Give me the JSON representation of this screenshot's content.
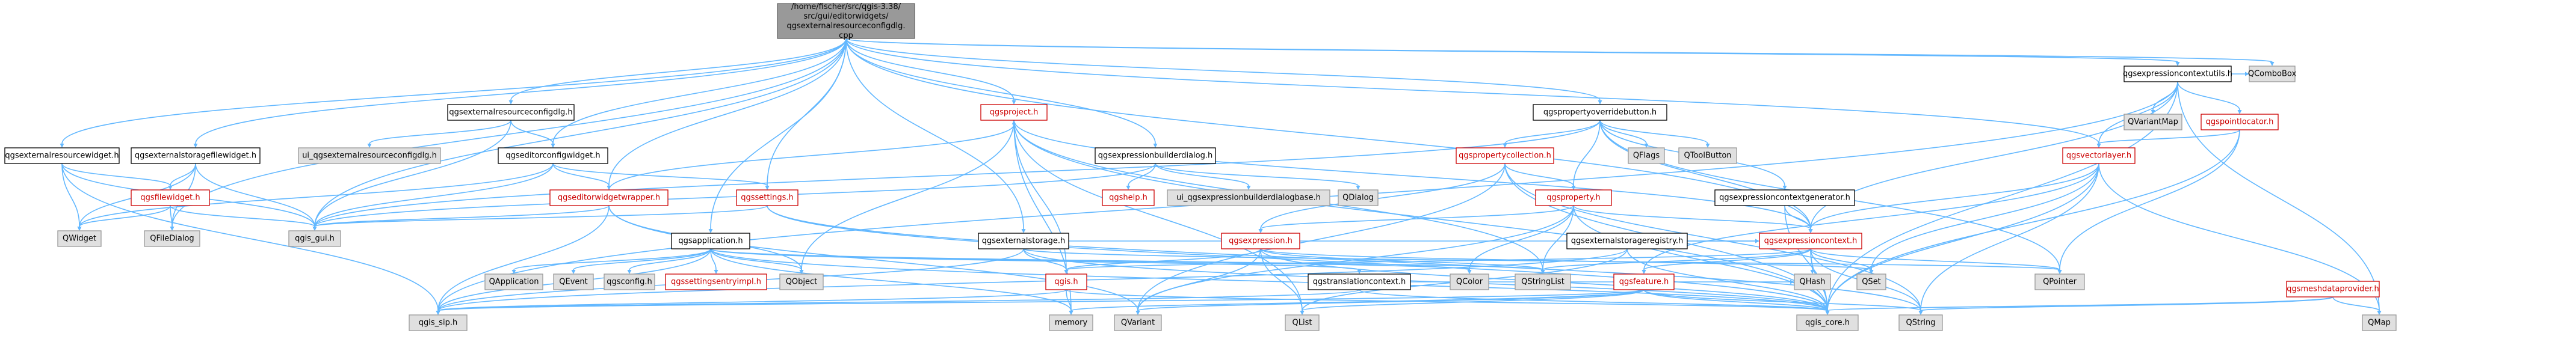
{
  "colors": {
    "edge": "#63b8ff",
    "normal_fill": "#ffffff",
    "normal_stroke": "#000000",
    "normal_text": "#000000",
    "linked_fill": "#ffffff",
    "linked_stroke": "#cc0000",
    "linked_text": "#cc0000",
    "external_fill": "#e0e0e0",
    "external_stroke": "#999999",
    "external_text": "#000000",
    "root_fill": "#999999",
    "root_stroke": "#666666",
    "root_text": "#000000"
  },
  "nodes": [
    {
      "id": "root",
      "label": "/home/fischer/src/qgis-3.38/src/gui/editorwidgets/qgsexternalresourceconfigdlg.cpp",
      "kind": "root"
    },
    {
      "id": "excu",
      "label": "qgsexpressioncontextutils.h",
      "kind": "normal"
    },
    {
      "id": "qcombobox",
      "label": "QComboBox",
      "kind": "external"
    },
    {
      "id": "qvariantmap",
      "label": "QVariantMap",
      "kind": "external"
    },
    {
      "id": "pointlocator",
      "label": "qgspointlocator.h",
      "kind": "linked"
    },
    {
      "id": "qgsvectorlayer",
      "label": "qgsvectorlayer.h",
      "kind": "linked"
    },
    {
      "id": "meshdp",
      "label": "qgsmeshdataprovider.h",
      "kind": "linked"
    },
    {
      "id": "qmap",
      "label": "QMap",
      "kind": "external"
    },
    {
      "id": "erwidget",
      "label": "qgsexternalresourcewidget.h",
      "kind": "normal"
    },
    {
      "id": "esfw",
      "label": "qgsexternalstoragefilewidget.h",
      "kind": "normal"
    },
    {
      "id": "filewidget",
      "label": "qgsfilewidget.h",
      "kind": "linked"
    },
    {
      "id": "qwidget",
      "label": "QWidget",
      "kind": "external"
    },
    {
      "id": "qfiledialog",
      "label": "QFileDialog",
      "kind": "external"
    },
    {
      "id": "qgisgui",
      "label": "qgis_gui.h",
      "kind": "external"
    },
    {
      "id": "ercfgdlg",
      "label": "qgsexternalresourceconfigdlg.h",
      "kind": "normal"
    },
    {
      "id": "ui_ercfg",
      "label": "ui_qgsexternalresourceconfigdlg.h",
      "kind": "external"
    },
    {
      "id": "editcfg",
      "label": "qgseditorconfigwidget.h",
      "kind": "normal"
    },
    {
      "id": "ewwrapper",
      "label": "qgseditorwidgetwrapper.h",
      "kind": "linked"
    },
    {
      "id": "qgsproject",
      "label": "qgsproject.h",
      "kind": "linked"
    },
    {
      "id": "qgssettings",
      "label": "qgssettings.h",
      "kind": "linked"
    },
    {
      "id": "qgsapplication",
      "label": "qgsapplication.h",
      "kind": "normal"
    },
    {
      "id": "qapplication",
      "label": "QApplication",
      "kind": "external"
    },
    {
      "id": "qevent",
      "label": "QEvent",
      "kind": "external"
    },
    {
      "id": "qgsconfig",
      "label": "qgsconfig.h",
      "kind": "external"
    },
    {
      "id": "settingsimpl",
      "label": "qgssettingsentryimpl.h",
      "kind": "linked"
    },
    {
      "id": "qobject",
      "label": "QObject",
      "kind": "external"
    },
    {
      "id": "exprdlg",
      "label": "qgsexpressionbuilderdialog.h",
      "kind": "normal"
    },
    {
      "id": "qgshelp",
      "label": "qgshelp.h",
      "kind": "linked"
    },
    {
      "id": "ui_exprdlg",
      "label": "ui_qgsexpressionbuilderdialogbase.h",
      "kind": "external"
    },
    {
      "id": "qdialog",
      "label": "QDialog",
      "kind": "external"
    },
    {
      "id": "extstorage",
      "label": "qgsexternalstorage.h",
      "kind": "normal"
    },
    {
      "id": "qgsexpression",
      "label": "qgsexpression.h",
      "kind": "linked"
    },
    {
      "id": "qgsh",
      "label": "qgis.h",
      "kind": "linked"
    },
    {
      "id": "qgissip",
      "label": "qgis_sip.h",
      "kind": "external"
    },
    {
      "id": "memory",
      "label": "memory",
      "kind": "external"
    },
    {
      "id": "qvariant",
      "label": "QVariant",
      "kind": "external"
    },
    {
      "id": "qlist",
      "label": "QList",
      "kind": "external"
    },
    {
      "id": "translation",
      "label": "qgstranslationcontext.h",
      "kind": "normal"
    },
    {
      "id": "qgiscore",
      "label": "qgis_core.h",
      "kind": "external"
    },
    {
      "id": "qstring",
      "label": "QString",
      "kind": "external"
    },
    {
      "id": "pob",
      "label": "qgspropertyoverridebutton.h",
      "kind": "normal"
    },
    {
      "id": "propcoll",
      "label": "qgspropertycollection.h",
      "kind": "linked"
    },
    {
      "id": "qgsproperty",
      "label": "qgsproperty.h",
      "kind": "linked"
    },
    {
      "id": "qflags",
      "label": "QFlags",
      "kind": "external"
    },
    {
      "id": "qtoolbutton",
      "label": "QToolButton",
      "kind": "external"
    },
    {
      "id": "excgen",
      "label": "qgsexpressioncontextgenerator.h",
      "kind": "normal"
    },
    {
      "id": "qgsexprcontext",
      "label": "qgsexpressioncontext.h",
      "kind": "linked"
    },
    {
      "id": "extregistry",
      "label": "qgsexternalstorageregistry.h",
      "kind": "normal"
    },
    {
      "id": "qgsfeature",
      "label": "qgsfeature.h",
      "kind": "linked"
    },
    {
      "id": "qcolor",
      "label": "QColor",
      "kind": "external"
    },
    {
      "id": "qstringlist",
      "label": "QStringList",
      "kind": "external"
    },
    {
      "id": "qhash",
      "label": "QHash",
      "kind": "external"
    },
    {
      "id": "qset",
      "label": "QSet",
      "kind": "external"
    },
    {
      "id": "qpointer",
      "label": "QPointer",
      "kind": "external"
    }
  ]
}
